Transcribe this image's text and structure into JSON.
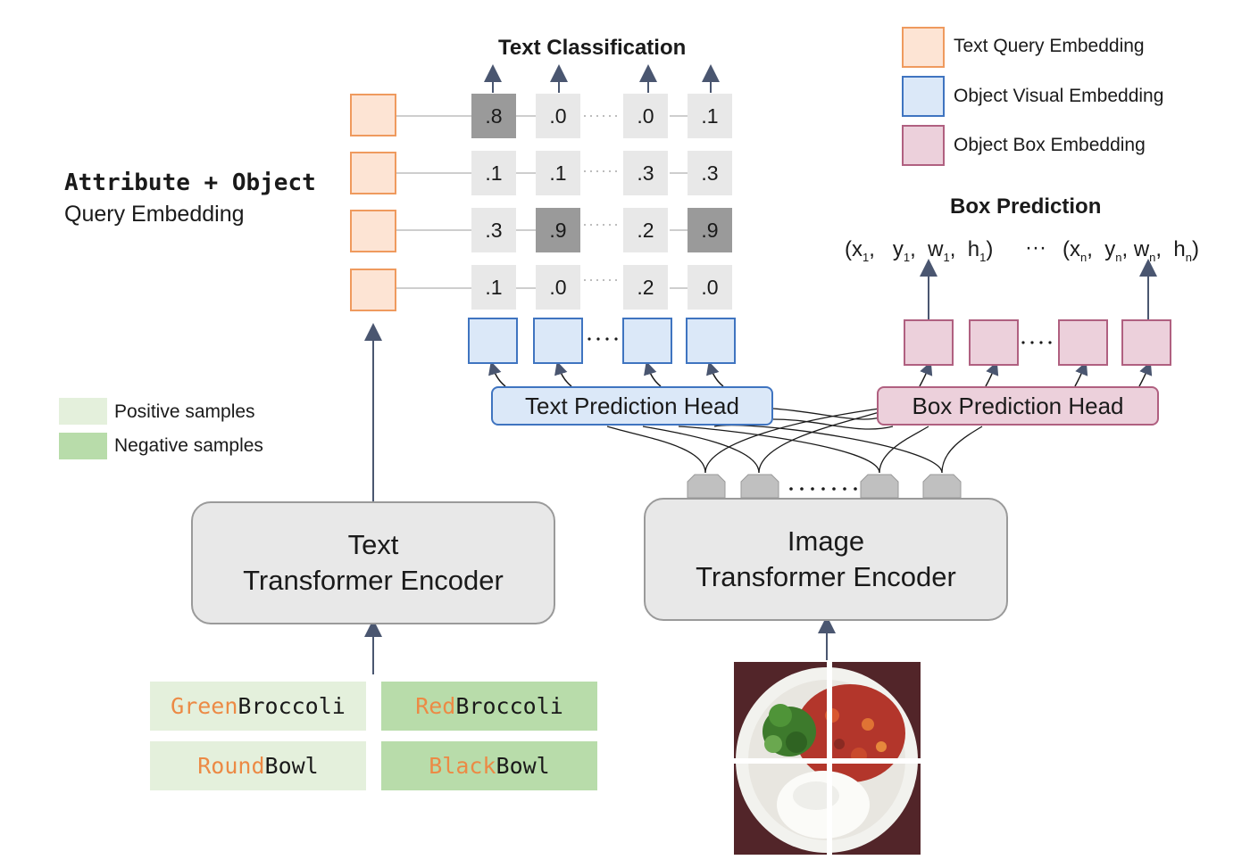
{
  "titles": {
    "text_classification": "Text Classification",
    "box_prediction": "Box Prediction",
    "query_line1": "Attribute + Object",
    "query_line2": "Query Embedding"
  },
  "legend": {
    "text_query": "Text Query Embedding",
    "object_visual": "Object Visual Embedding",
    "object_box": "Object Box Embedding"
  },
  "samples_legend": {
    "positive": "Positive samples",
    "negative": "Negative samples"
  },
  "score_matrix": [
    [
      ".8",
      ".0",
      ".0",
      ".1"
    ],
    [
      ".1",
      ".1",
      ".3",
      ".3"
    ],
    [
      ".3",
      ".9",
      ".2",
      ".9"
    ],
    [
      ".1",
      ".0",
      ".2",
      ".0"
    ]
  ],
  "heads": {
    "text": "Text Prediction Head",
    "box": "Box Prediction Head"
  },
  "encoders": {
    "text_line1": "Text",
    "text_line2": "Transformer Encoder",
    "image_line1": "Image",
    "image_line2": "Transformer Encoder"
  },
  "box_coords": {
    "first": [
      "(x",
      "1",
      ",",
      "y",
      "1",
      ",",
      "w",
      "1",
      ",",
      "h",
      "1",
      ")"
    ],
    "ellipsis": "···",
    "last": [
      "(x",
      "n",
      ",",
      "y",
      "n",
      ",",
      "w",
      "n",
      ",",
      "h",
      "n",
      ")"
    ]
  },
  "queries": [
    {
      "attr": "Green",
      "obj": "Broccoli",
      "kind": "positive"
    },
    {
      "attr": "Red",
      "obj": "Broccoli",
      "kind": "negative"
    },
    {
      "attr": "Round",
      "obj": "Bowl",
      "kind": "positive"
    },
    {
      "attr": "Black",
      "obj": "Bowl",
      "kind": "negative"
    }
  ],
  "colors": {
    "query_orange": "#ef9a5e",
    "visual_blue": "#3f74c0",
    "box_pink": "#b06080",
    "positive_green": "#e4f0dc",
    "negative_green": "#b8dcaa"
  }
}
